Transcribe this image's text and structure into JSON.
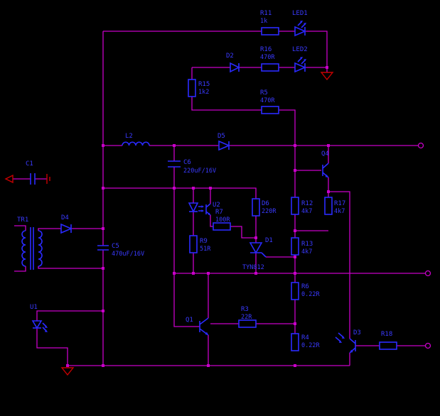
{
  "colors": {
    "background": "#000000",
    "wire": "#C800C8",
    "component": "#2A2AFF",
    "label": "#3A3AFF",
    "ground": "#C80000"
  },
  "components": {
    "r11": {
      "label": "R11",
      "value": "1k"
    },
    "led1": {
      "label": "LED1"
    },
    "r16": {
      "label": "R16",
      "value": "470R"
    },
    "led2": {
      "label": "LED2"
    },
    "d2": {
      "label": "D2"
    },
    "r15": {
      "label": "R15",
      "value": "1k2"
    },
    "r5": {
      "label": "R5",
      "value": "470R"
    },
    "l2": {
      "label": "L2"
    },
    "d5": {
      "label": "D5"
    },
    "c6": {
      "label": "C6",
      "value": "220uF/16V"
    },
    "q4": {
      "label": "Q4"
    },
    "c1": {
      "label": "C1"
    },
    "tr1": {
      "label": "TR1"
    },
    "d4": {
      "label": "D4"
    },
    "c5": {
      "label": "C5",
      "value": "470uF/16V"
    },
    "u2": {
      "label": "U2"
    },
    "r7": {
      "label": "R7",
      "value": "100R"
    },
    "d6": {
      "label": "D6",
      "value": "220R"
    },
    "r12": {
      "label": "R12",
      "value": "4k7"
    },
    "r17": {
      "label": "R17",
      "value": "4k7"
    },
    "d1": {
      "label": "D1",
      "value": "TYN812"
    },
    "r13": {
      "label": "R13",
      "value": "4k7"
    },
    "r9": {
      "label": "R9",
      "value": "51R"
    },
    "q1": {
      "label": "Q1"
    },
    "r3": {
      "label": "R3",
      "value": "22R"
    },
    "r6": {
      "label": "R6",
      "value": "0.22R"
    },
    "r4": {
      "label": "R4",
      "value": "0.22R"
    },
    "u1": {
      "label": "U1"
    },
    "d3": {
      "label": "D3"
    },
    "r18": {
      "label": "R18"
    }
  }
}
